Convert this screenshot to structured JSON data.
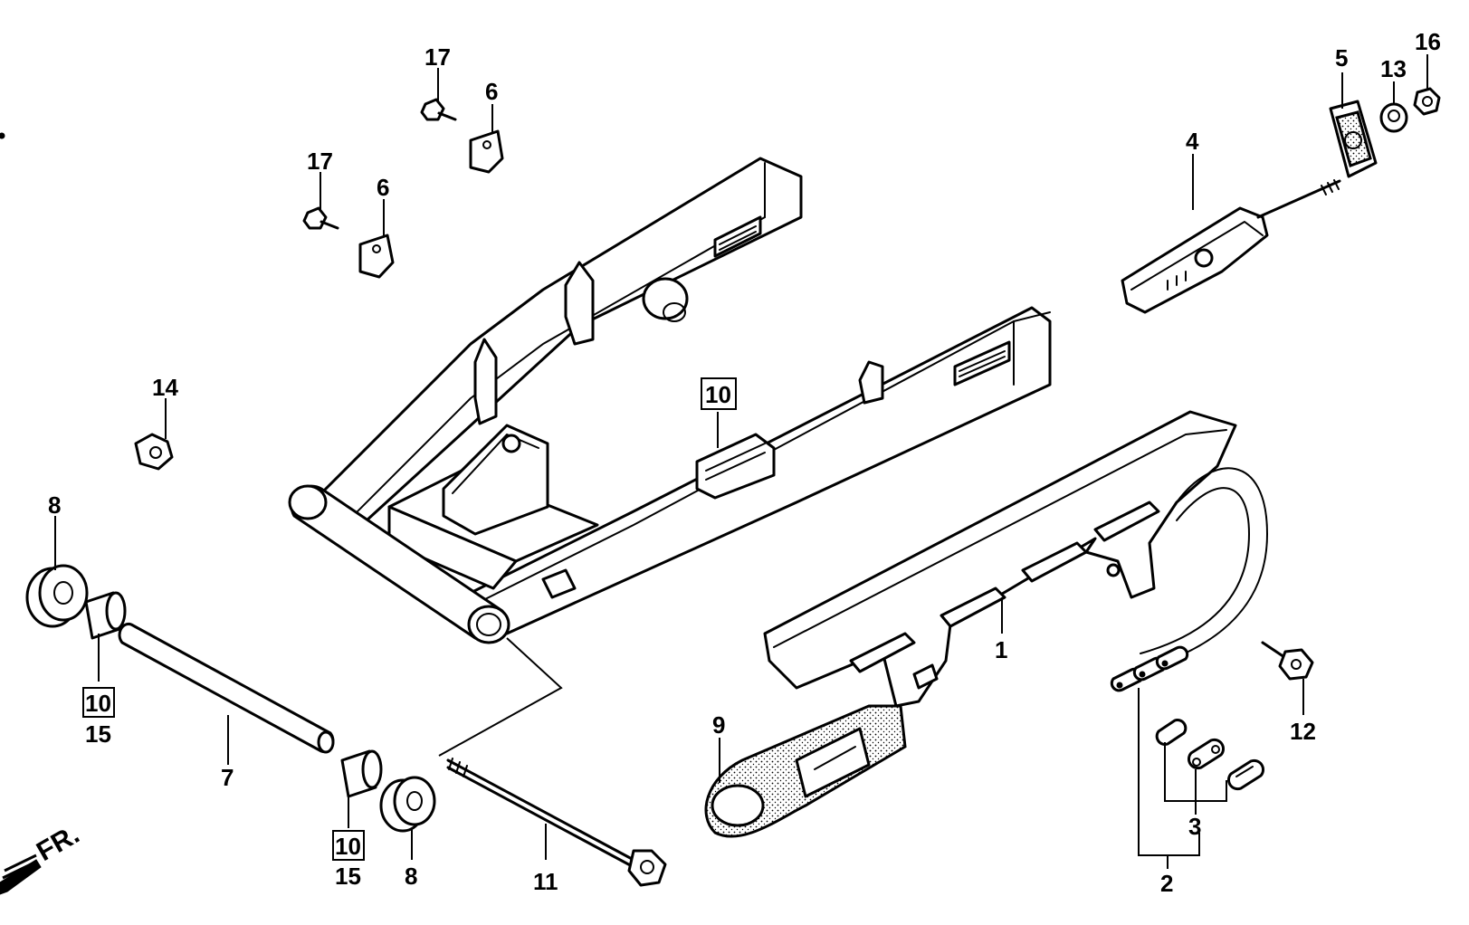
{
  "diagram": {
    "direction_label": "FR.",
    "callouts": {
      "p1": "1",
      "p2": "2",
      "p3": "3",
      "p4": "4",
      "p5": "5",
      "p6a": "6",
      "p6b": "6",
      "p7": "7",
      "p8a": "8",
      "p8b": "8",
      "p9": "9",
      "p10a": "10",
      "p10b": "10",
      "p10c": "10",
      "p11": "11",
      "p12": "12",
      "p13": "13",
      "p14": "14",
      "p15a": "15",
      "p15b": "15",
      "p16": "16",
      "p17a": "17",
      "p17b": "17"
    }
  }
}
